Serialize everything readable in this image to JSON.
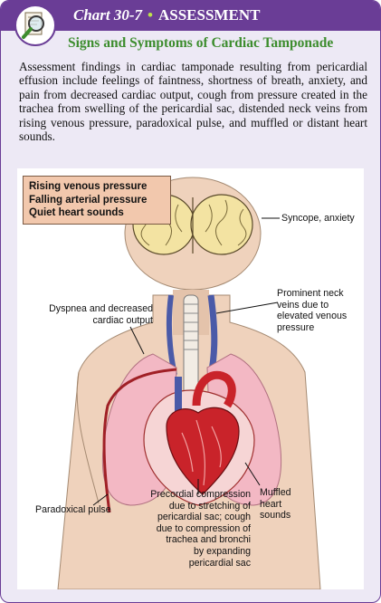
{
  "header": {
    "chart_number": "Chart 30-7",
    "bullet": "•",
    "chart_kind": "ASSESSMENT",
    "logo_icon": "magnifier-checklist-icon"
  },
  "subtitle": "Signs and Symptoms of Cardiac Tamponade",
  "lead": "Assessment findings in cardiac tamponade resulting from pericardial effusion include feelings of faintness, shortness of breath, anxiety, and pain from decreased cardiac output, cough from pressure created in the trachea from swelling of the pericardial sac, distended neck veins from rising venous pressure, paradoxical pulse, and muffled or distant heart sounds.",
  "callout": {
    "lines": [
      "Rising venous pressure",
      "Falling arterial pressure",
      "Quiet heart sounds"
    ]
  },
  "labels": {
    "syncope": "Syncope, anxiety",
    "neck_veins": "Prominent neck\nveins due to\nelevated venous\npressure",
    "dyspnea": "Dyspnea and decreased\ncardiac output",
    "paradoxical": "Paradoxical pulse",
    "precordial": "Precordial compression\ndue to stretching of\npericardial sac; cough\ndue to compression of\ntrachea and bronchi\nby expanding\npericardial sac",
    "muffled": "Muffled\nheart\nsounds"
  },
  "colors": {
    "header_bg": "#6a3d96",
    "accent_green": "#3d8d2e",
    "card_bg": "#ede9f5",
    "callout_bg": "#f2c8ad",
    "skin": "#efd2bc",
    "brain": "#f3e3a2",
    "lung": "#f3b8c4",
    "heart": "#c9232a"
  }
}
